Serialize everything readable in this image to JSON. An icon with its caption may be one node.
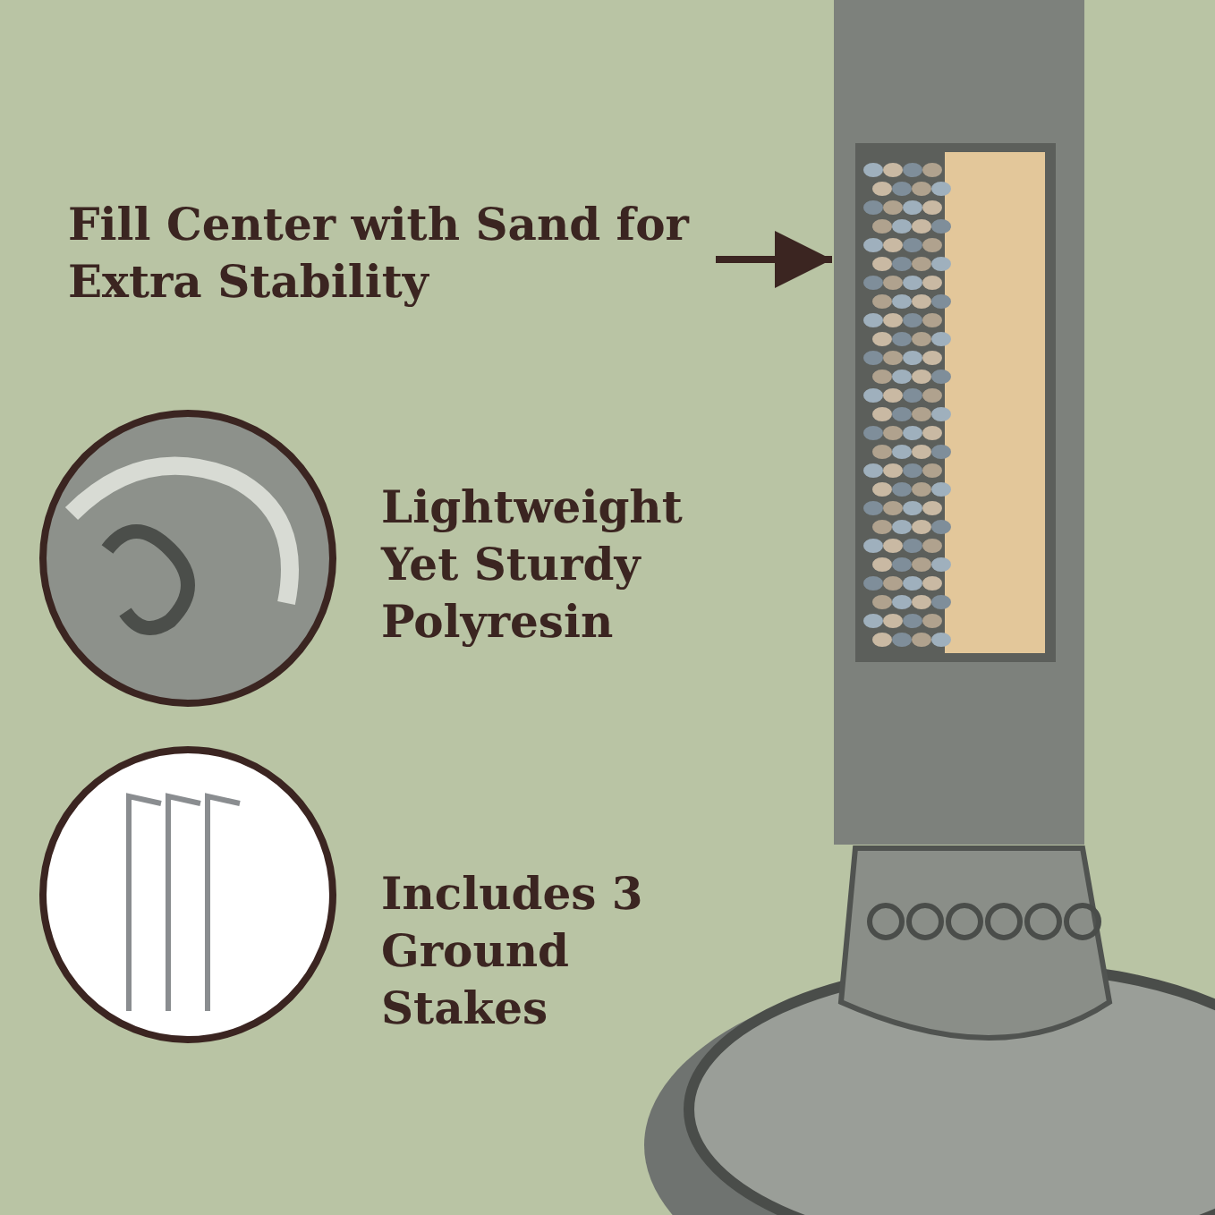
{
  "diagram": {
    "nodes": [
      {
        "text": [
          "Fill Center with Sand for Extra Stability"
        ]
      },
      {
        "text": [],
        "shape": "picture"
      }
    ],
    "edges": [
      {
        "from": 0,
        "to": 1,
        "arrow": "to"
      }
    ],
    "labels": [
      "Lightweight Yet Sturdy Polyresin",
      "Includes 3 Ground Stakes"
    ]
  }
}
